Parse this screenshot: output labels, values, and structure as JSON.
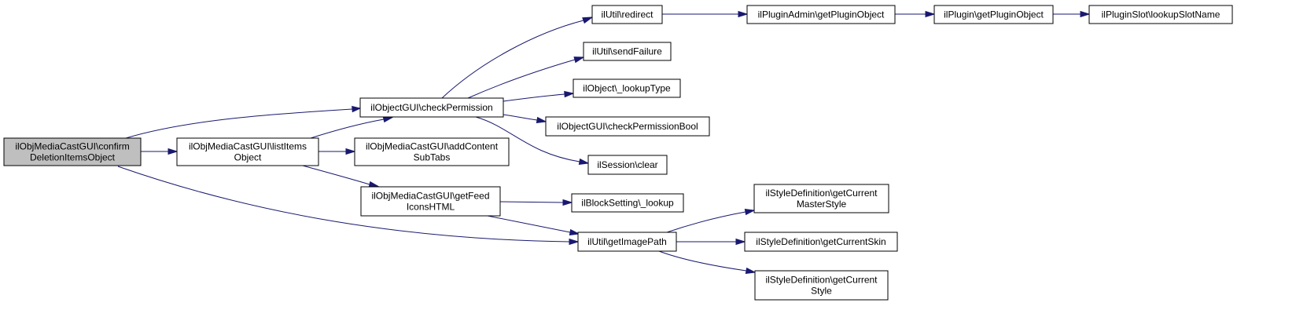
{
  "graph": {
    "edge_color": "#191970",
    "root_fill": "#bfbfbf",
    "node_fill": "#ffffff",
    "nodes": [
      {
        "id": "confirm",
        "lines": [
          "ilObjMediaCastGUI\\confirm",
          "DeletionItemsObject"
        ],
        "root": true
      },
      {
        "id": "listItems",
        "lines": [
          "ilObjMediaCastGUI\\listItems",
          "Object"
        ]
      },
      {
        "id": "checkPermission",
        "lines": [
          "ilObjectGUI\\checkPermission"
        ]
      },
      {
        "id": "getImagePath",
        "lines": [
          "ilUtil\\getImagePath"
        ]
      },
      {
        "id": "addContentSubTabs",
        "lines": [
          "ilObjMediaCastGUI\\addContent",
          "SubTabs"
        ]
      },
      {
        "id": "getFeedIconsHTML",
        "lines": [
          "ilObjMediaCastGUI\\getFeed",
          "IconsHTML"
        ]
      },
      {
        "id": "redirect",
        "lines": [
          "ilUtil\\redirect"
        ]
      },
      {
        "id": "sendFailure",
        "lines": [
          "ilUtil\\sendFailure"
        ]
      },
      {
        "id": "lookupType",
        "lines": [
          "ilObject\\_lookupType"
        ]
      },
      {
        "id": "checkPermissionBool",
        "lines": [
          "ilObjectGUI\\checkPermissionBool"
        ]
      },
      {
        "id": "sessionClear",
        "lines": [
          "ilSession\\clear"
        ]
      },
      {
        "id": "getPluginObjectAdmin",
        "lines": [
          "ilPluginAdmin\\getPluginObject"
        ]
      },
      {
        "id": "getPluginObject",
        "lines": [
          "ilPlugin\\getPluginObject"
        ]
      },
      {
        "id": "lookupSlotName",
        "lines": [
          "ilPluginSlot\\lookupSlotName"
        ]
      },
      {
        "id": "blockLookup",
        "lines": [
          "ilBlockSetting\\_lookup"
        ]
      },
      {
        "id": "getCurrentMasterStyle",
        "lines": [
          "ilStyleDefinition\\getCurrent",
          "MasterStyle"
        ]
      },
      {
        "id": "getCurrentSkin",
        "lines": [
          "ilStyleDefinition\\getCurrentSkin"
        ]
      },
      {
        "id": "getCurrentStyle",
        "lines": [
          "ilStyleDefinition\\getCurrent",
          "Style"
        ]
      }
    ],
    "edges": [
      {
        "from": "confirm",
        "to": "checkPermission"
      },
      {
        "from": "confirm",
        "to": "listItems"
      },
      {
        "from": "confirm",
        "to": "getImagePath"
      },
      {
        "from": "listItems",
        "to": "checkPermission"
      },
      {
        "from": "listItems",
        "to": "addContentSubTabs"
      },
      {
        "from": "listItems",
        "to": "getFeedIconsHTML"
      },
      {
        "from": "checkPermission",
        "to": "redirect"
      },
      {
        "from": "checkPermission",
        "to": "sendFailure"
      },
      {
        "from": "checkPermission",
        "to": "lookupType"
      },
      {
        "from": "checkPermission",
        "to": "checkPermissionBool"
      },
      {
        "from": "checkPermission",
        "to": "sessionClear"
      },
      {
        "from": "redirect",
        "to": "getPluginObjectAdmin"
      },
      {
        "from": "getPluginObjectAdmin",
        "to": "getPluginObject"
      },
      {
        "from": "getPluginObject",
        "to": "lookupSlotName"
      },
      {
        "from": "getFeedIconsHTML",
        "to": "blockLookup"
      },
      {
        "from": "getFeedIconsHTML",
        "to": "getImagePath"
      },
      {
        "from": "getImagePath",
        "to": "getCurrentMasterStyle"
      },
      {
        "from": "getImagePath",
        "to": "getCurrentSkin"
      },
      {
        "from": "getImagePath",
        "to": "getCurrentStyle"
      }
    ]
  }
}
